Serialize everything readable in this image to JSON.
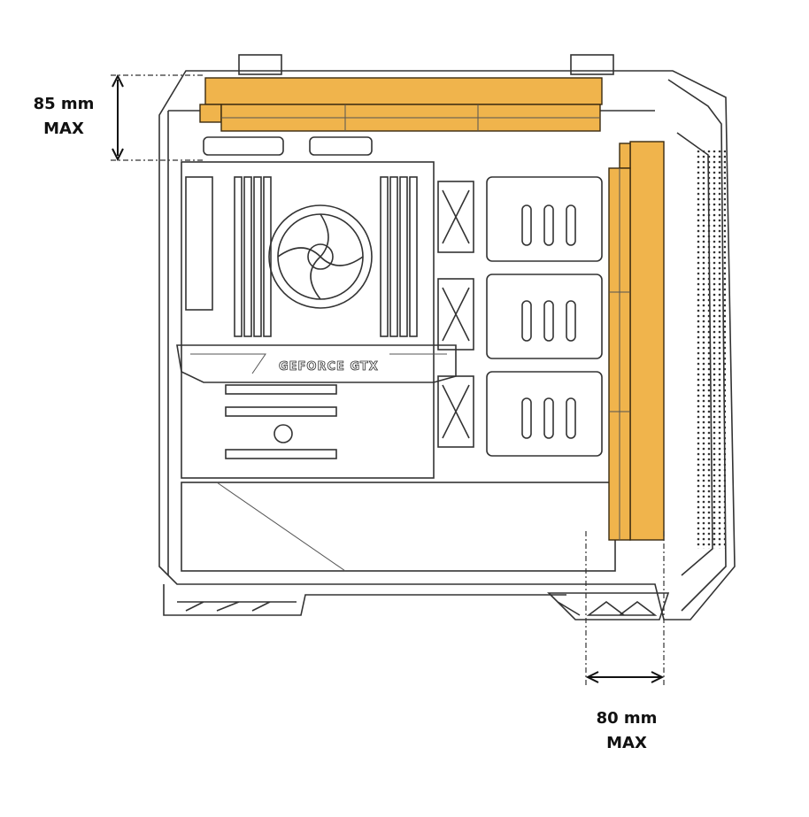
{
  "dimensions": {
    "top_clearance": {
      "value": "85 mm",
      "qualifier": "MAX"
    },
    "front_clearance": {
      "value": "80 mm",
      "qualifier": "MAX"
    }
  },
  "gpu_label": "GEFORCE GTX",
  "colors": {
    "radiator": "#F0B44C",
    "outline": "#333333"
  }
}
